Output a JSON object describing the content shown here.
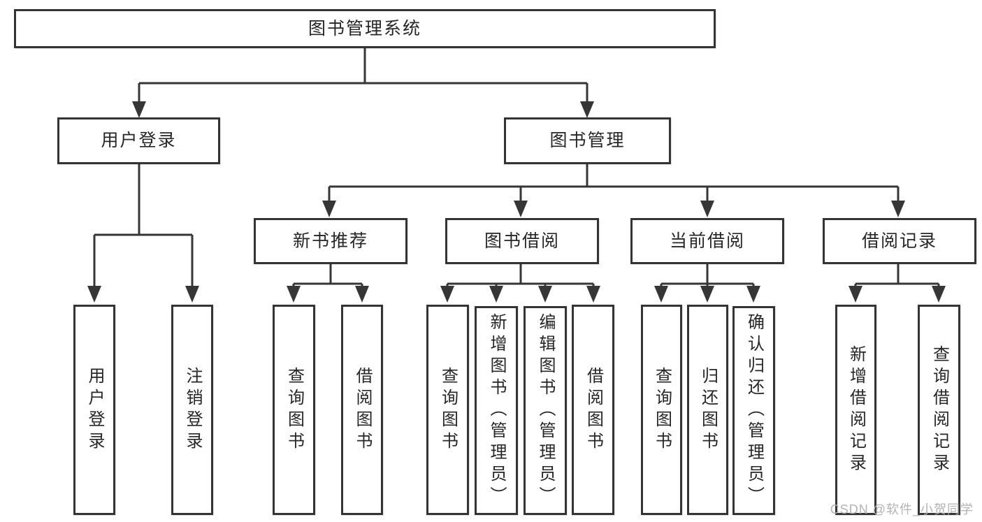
{
  "diagram": {
    "root": {
      "label": "图书管理系统"
    },
    "level2": {
      "user_login": {
        "label": "用户登录"
      },
      "book_management": {
        "label": "图书管理"
      }
    },
    "level3": {
      "new_book_recommendation": {
        "label": "新书推荐"
      },
      "book_borrowing": {
        "label": "图书借阅"
      },
      "current_borrowing": {
        "label": "当前借阅"
      },
      "borrowing_records": {
        "label": "借阅记录"
      }
    },
    "leaves": {
      "user_login": {
        "label": "用户登录"
      },
      "logout": {
        "label": "注销登录"
      },
      "query_books_1": {
        "label": "查询图书"
      },
      "borrow_books_1": {
        "label": "借阅图书"
      },
      "query_books_2": {
        "label": "查询图书"
      },
      "add_books_admin": {
        "label": "新增图书（管理员）"
      },
      "edit_books_admin": {
        "label": "编辑图书（管理员）"
      },
      "borrow_books_2": {
        "label": "借阅图书"
      },
      "query_books_3": {
        "label": "查询图书"
      },
      "return_books": {
        "label": "归还图书"
      },
      "confirm_return_admin": {
        "label": "确认归还（管理员）"
      },
      "add_borrow_record": {
        "label": "新增借阅记录"
      },
      "query_borrow_record": {
        "label": "查询借阅记录"
      }
    },
    "hierarchy": {
      "图书管理系统": [
        "用户登录",
        "图书管理"
      ],
      "用户登录": [
        "用户登录",
        "注销登录"
      ],
      "图书管理": [
        "新书推荐",
        "图书借阅",
        "当前借阅",
        "借阅记录"
      ],
      "新书推荐": [
        "查询图书",
        "借阅图书"
      ],
      "图书借阅": [
        "查询图书",
        "新增图书（管理员）",
        "编辑图书（管理员）",
        "借阅图书"
      ],
      "当前借阅": [
        "查询图书",
        "归还图书",
        "确认归还（管理员）"
      ],
      "借阅记录": [
        "新增借阅记录",
        "查询借阅记录"
      ]
    },
    "colors": {
      "line": "#363636",
      "border": "#343434",
      "text": "#262626",
      "background": "#ffffff"
    }
  },
  "watermark": {
    "text": "CSDN @软件_小贺同学",
    "color": "#b3b3b3"
  }
}
